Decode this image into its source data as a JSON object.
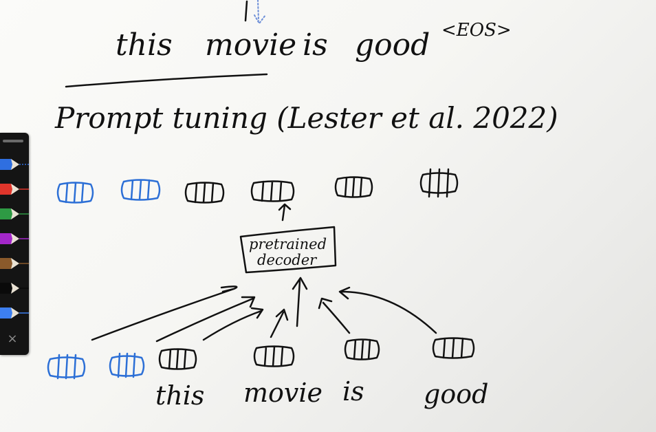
{
  "whiteboard": {
    "sentence_words": [
      "this",
      "movie",
      "is",
      "good",
      "<EOS>"
    ],
    "heading": "Prompt tuning (Lester et al. 2022)",
    "decoder_box_line1": "pretrained",
    "decoder_box_line2": "decoder",
    "input_words": [
      "this",
      "movie",
      "is",
      "good"
    ]
  },
  "toolbar": {
    "pens": [
      {
        "name": "blue-pen",
        "color": "#2f6fe0"
      },
      {
        "name": "red-pen",
        "color": "#e0352b"
      },
      {
        "name": "green-pen",
        "color": "#2e9a44"
      },
      {
        "name": "purple-pen",
        "color": "#a327c9"
      },
      {
        "name": "brown-pen",
        "color": "#8a5a2b"
      },
      {
        "name": "black-pen",
        "color": "#0a0a0a"
      },
      {
        "name": "light-blue-pen",
        "color": "#3d7ff0"
      }
    ],
    "close_icon": "×"
  }
}
